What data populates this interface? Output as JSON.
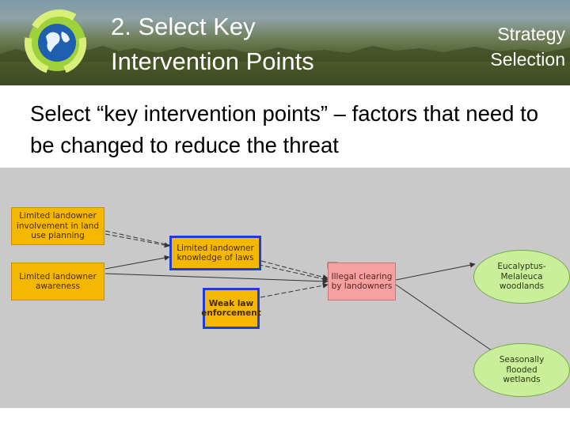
{
  "header": {
    "title_line1": "2. Select Key",
    "title_line2": "Intervention Points",
    "section_line1": "Strategy",
    "section_line2": "Selection"
  },
  "intro": "Select “key intervention points” – factors that need to be changed to reduce the threat",
  "diagram": {
    "factors": [
      {
        "id": "f1",
        "label": "Limited landowner involvement in land use planning",
        "key": false
      },
      {
        "id": "f2",
        "label": "Limited landowner awareness",
        "key": false
      },
      {
        "id": "f3",
        "label": "Limited landowner knowledge of laws",
        "key": true
      },
      {
        "id": "f4",
        "label": "Weak law enforcement",
        "key": true
      }
    ],
    "threat": {
      "label": "Illegal clearing by landowners"
    },
    "targets": [
      {
        "label": "Eucalyptus-Melaleuca woodlands"
      },
      {
        "label": "Seasonally flooded wetlands"
      }
    ]
  },
  "colors": {
    "factor": "#f5b800",
    "key_outline": "#1f3cd6",
    "threat": "#f5a1a1",
    "target": "#c9ef9b",
    "canvas": "#c9c9c9"
  }
}
